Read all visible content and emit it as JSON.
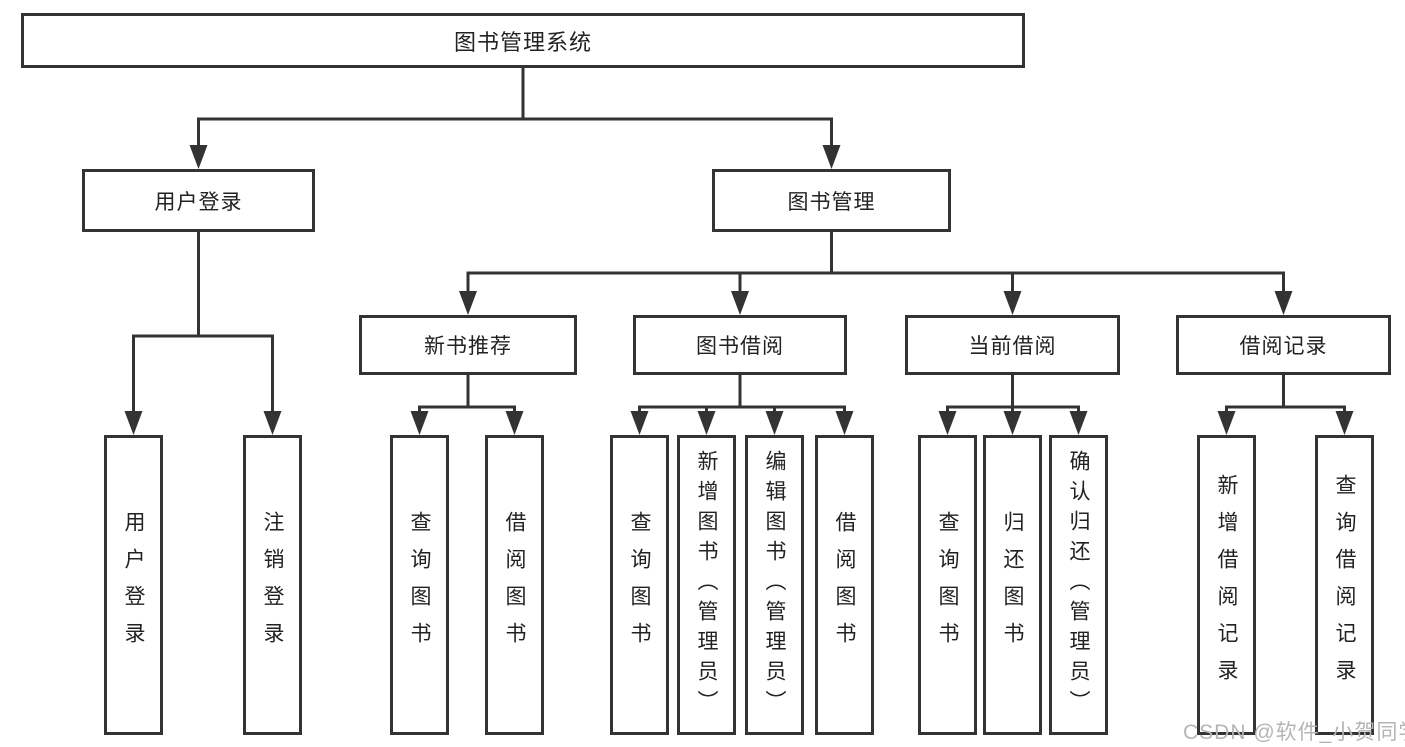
{
  "colors": {
    "line": "#333333",
    "box_border": "#333333",
    "text": "#222222",
    "watermark": "#b5b5b5",
    "background": "#ffffff"
  },
  "watermark": {
    "text": "CSDN @软件_小贺同学"
  },
  "tree": {
    "root": {
      "label": "图书管理系统"
    },
    "branches": [
      {
        "label": "用户登录",
        "children": [
          {
            "label": "用户登录"
          },
          {
            "label": "注销登录"
          }
        ]
      },
      {
        "label": "图书管理",
        "children": [
          {
            "label": "新书推荐",
            "children": [
              {
                "label": "查询图书"
              },
              {
                "label": "借阅图书"
              }
            ]
          },
          {
            "label": "图书借阅",
            "children": [
              {
                "label": "查询图书"
              },
              {
                "label": "新增图书（管理员）"
              },
              {
                "label": "编辑图书（管理员）"
              },
              {
                "label": "借阅图书"
              }
            ]
          },
          {
            "label": "当前借阅",
            "children": [
              {
                "label": "查询图书"
              },
              {
                "label": "归还图书"
              },
              {
                "label": "确认归还（管理员）"
              }
            ]
          },
          {
            "label": "借阅记录",
            "children": [
              {
                "label": "新增借阅记录"
              },
              {
                "label": "查询借阅记录"
              }
            ]
          }
        ]
      }
    ]
  }
}
